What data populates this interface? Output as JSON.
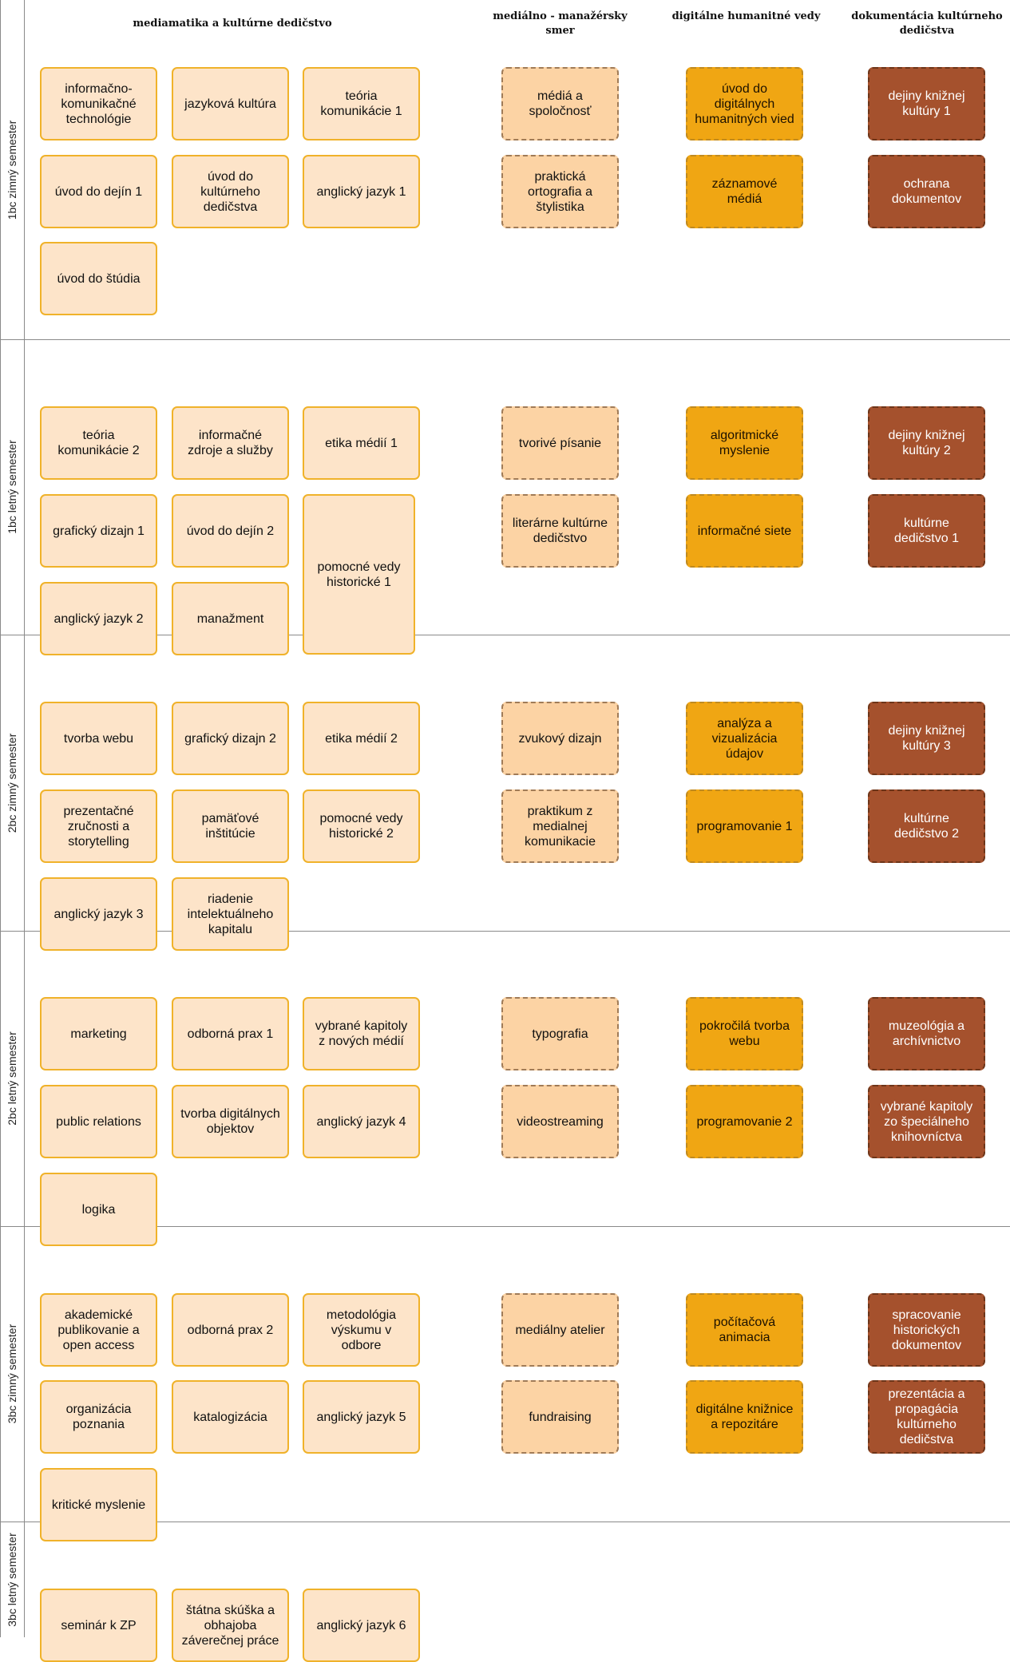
{
  "columns": {
    "main": "mediamatika a kultúrne dedičstvo",
    "media": "mediálno - manažérsky smer",
    "digital": "digitálne humanitné vedy",
    "doc": "dokumentácia kultúrneho dedičstva"
  },
  "colors": {
    "main": "#fde4c9",
    "main_border": "#f0b22a",
    "media": "#fcd3a4",
    "digital": "#f0a613",
    "doc": "#a5512d"
  },
  "semesters": [
    {
      "label": "1bc zimný semester",
      "main": [
        "informačno-komunikačné technológie",
        "jazyková kultúra",
        "teória komunikácie 1",
        "úvod do dejín 1",
        "úvod do kultúrneho dedičstva",
        "anglický jazyk 1",
        "úvod do štúdia"
      ],
      "media": [
        "médiá a spoločnosť",
        "praktická ortografia a štylistika"
      ],
      "digital": [
        "úvod do digitálnych humanitných vied",
        "záznamové médiá"
      ],
      "doc": [
        "dejiny knižnej kultúry 1",
        "ochrana dokumentov"
      ]
    },
    {
      "label": "1bc letný semester",
      "main": [
        "teória komunikácie 2",
        "informačné zdroje a služby",
        "etika médií 1",
        "grafický dizajn 1",
        "úvod do dejín 2",
        "pomocné vedy historické 1",
        "anglický jazyk 2",
        "manažment"
      ],
      "media": [
        "tvorivé písanie",
        "literárne kultúrne dedičstvo"
      ],
      "digital": [
        "algoritmické myslenie",
        "informačné siete"
      ],
      "doc": [
        "dejiny knižnej kultúry 2",
        "kultúrne dedičstvo 1"
      ]
    },
    {
      "label": "2bc zimný semester",
      "main": [
        "tvorba webu",
        "grafický dizajn 2",
        "etika médií 2",
        "prezentačné zručnosti a storytelling",
        "pamäťové inštitúcie",
        "pomocné vedy historické 2",
        "anglický jazyk 3",
        "riadenie intelektuálneho kapitalu"
      ],
      "media": [
        "zvukový dizajn",
        "praktikum z medialnej komunikacie"
      ],
      "digital": [
        "analýza a vizualizácia údajov",
        "programovanie 1"
      ],
      "doc": [
        "dejiny knižnej kultúry 3",
        "kultúrne dedičstvo 2"
      ]
    },
    {
      "label": "2bc letný semester",
      "main": [
        "marketing",
        "odborná prax 1",
        "vybrané kapitoly z nových médií",
        "public relations",
        "tvorba digitálnych objektov",
        "anglický jazyk 4",
        "logika"
      ],
      "media": [
        "typografia",
        "videostreaming"
      ],
      "digital": [
        "pokročilá tvorba webu",
        "programovanie 2"
      ],
      "doc": [
        "muzeológia a archívnictvo",
        "vybrané kapitoly zo špeciálneho knihovníctva"
      ]
    },
    {
      "label": "3bc zimný semester",
      "main": [
        "akademické publikovanie a open access",
        "odborná prax 2",
        "metodológia výskumu v odbore",
        "organizácia poznania",
        "katalogizácia",
        "anglický jazyk 5",
        "kritické myslenie"
      ],
      "media": [
        "mediálny atelier",
        "fundraising"
      ],
      "digital": [
        "počítačová animacia",
        "digitálne knižnice a repozitáre"
      ],
      "doc": [
        "spracovanie historických dokumentov",
        "prezentácia a propagácia kultúrneho dedičstva"
      ]
    },
    {
      "label": "3bc letný semester",
      "main": [
        "seminár k ZP",
        "štátna skúška a obhajoba záverečnej práce",
        "anglický jazyk 6"
      ],
      "media": [],
      "digital": [],
      "doc": []
    }
  ]
}
